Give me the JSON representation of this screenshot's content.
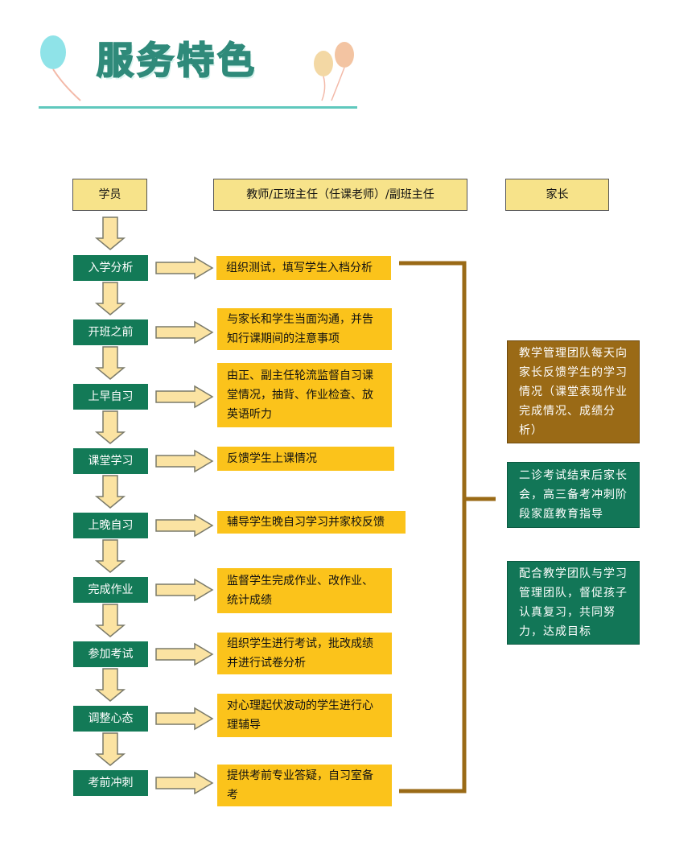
{
  "title": "服务特色",
  "headers": {
    "student": "学员",
    "teacher": "教师/正班主任（任课老师）/副班主任",
    "parent": "家长"
  },
  "steps": [
    {
      "label": "入学分析",
      "action": "组织测试，填写学生入档分析"
    },
    {
      "label": "开班之前",
      "action": "与家长和学生当面沟通，并告知行课期间的注意事项"
    },
    {
      "label": "上早自习",
      "action": "由正、副主任轮流监督自习课堂情况，抽背、作业检查、放英语听力"
    },
    {
      "label": "课堂学习",
      "action": "反馈学生上课情况"
    },
    {
      "label": "上晚自习",
      "action": "辅导学生晚自习学习并家校反馈"
    },
    {
      "label": "完成作业",
      "action": "监督学生完成作业、改作业、统计成绩"
    },
    {
      "label": "参加考试",
      "action": "组织学生进行考试，批改成绩并进行试卷分析"
    },
    {
      "label": "调整心态",
      "action": "对心理起伏波动的学生进行心理辅导"
    },
    {
      "label": "考前冲刺",
      "action": "提供考前专业答疑，自习室备考"
    }
  ],
  "parent_items": [
    {
      "text": "教学管理团队每天向家长反馈学生的学习情况（课堂表现作业完成情况、成绩分析）",
      "color": "#9a6a16"
    },
    {
      "text": "二诊考试结束后家长会，高三备考冲刺阶段家庭教育指导",
      "color": "#127657"
    },
    {
      "text": "配合教学团队与学习管理团队，督促孩子认真复习，共同努力，达成目标",
      "color": "#127657"
    }
  ]
}
